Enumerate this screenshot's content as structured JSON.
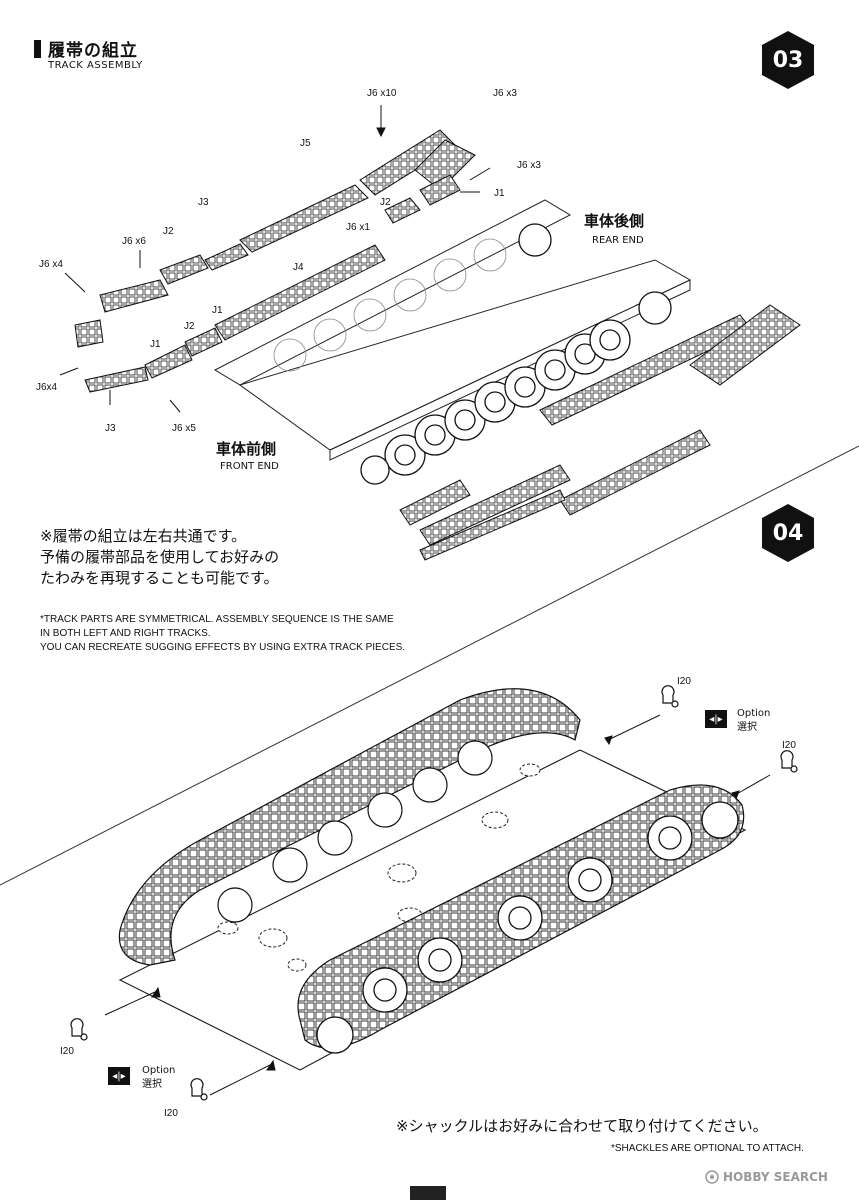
{
  "header": {
    "title_jp": "履帯の組立",
    "title_en": "TRACK ASSEMBLY"
  },
  "steps": [
    {
      "number": "03"
    },
    {
      "number": "04"
    }
  ],
  "step3": {
    "part_labels": [
      "J6 x10",
      "J6 x3",
      "J5",
      "J6 x3",
      "J1",
      "J3",
      "J2",
      "J6 x6",
      "J2",
      "J6 x1",
      "J4",
      "J6 x4",
      "J1",
      "J2",
      "J1",
      "J6x4",
      "J3",
      "J6 x5"
    ],
    "rear_end_jp": "車体後側",
    "rear_end_en": "REAR END",
    "front_end_jp": "車体前側",
    "front_end_en": "FRONT END"
  },
  "notes": {
    "jp_lines": [
      "※履帯の組立は左右共通です。",
      "予備の履帯部品を使用してお好みの",
      "たわみを再現することも可能です。"
    ],
    "en_lines": [
      "*TRACK PARTS ARE SYMMETRICAL.  ASSEMBLY SEQUENCE IS THE SAME",
      "IN BOTH LEFT AND RIGHT TRACKS.",
      "YOU CAN RECREATE SUGGING EFFECTS BY USING EXTRA TRACK PIECES."
    ]
  },
  "step4": {
    "part_label": "I20",
    "option_icon": "◂|▸",
    "option_en": "Option",
    "option_jp": "選択",
    "shackle_note_jp": "※シャックルはお好みに合わせて取り付けてください。",
    "shackle_note_en": "*SHACKLES ARE OPTIONAL TO ATTACH."
  },
  "watermark": {
    "text": "HOBBY SEARCH"
  }
}
